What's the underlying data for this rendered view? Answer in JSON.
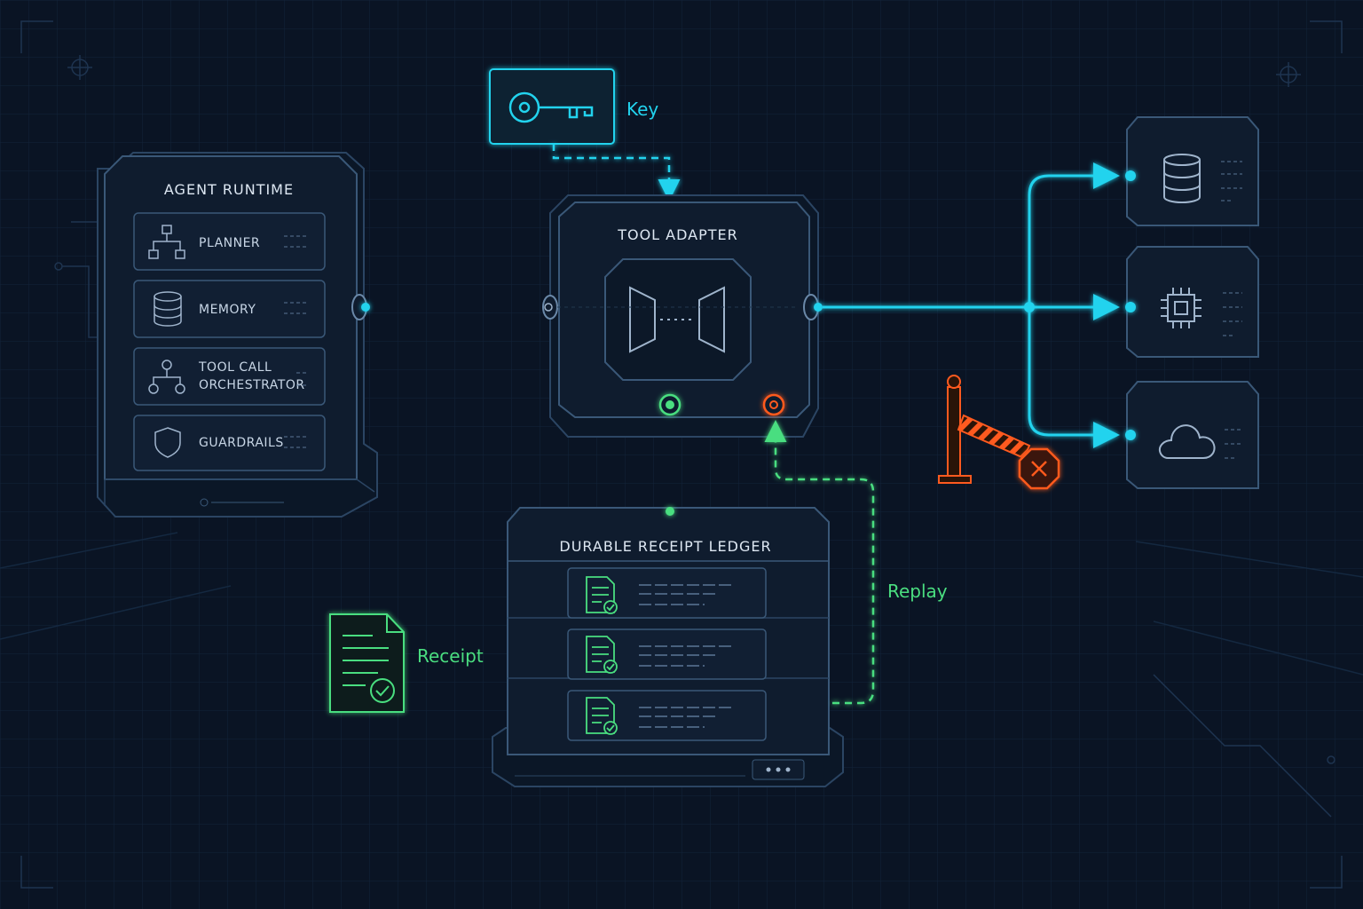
{
  "colors": {
    "background": "#0a1424",
    "panel": "#0f1c2e",
    "panel_edge": "#3a5878",
    "cyan": "#22d3ee",
    "green": "#4ade80",
    "orange": "#ff5a1f"
  },
  "agent_runtime": {
    "title": "AGENT RUNTIME",
    "modules": [
      {
        "label": "PLANNER",
        "icon": "hierarchy-icon"
      },
      {
        "label": "MEMORY",
        "icon": "database-icon"
      },
      {
        "label": "TOOL CALL",
        "label2": "ORCHESTRATOR",
        "icon": "tree-icon"
      },
      {
        "label": "GUARDRAILS",
        "icon": "shield-icon"
      }
    ]
  },
  "tool_adapter": {
    "title": "TOOL ADAPTER"
  },
  "key": {
    "label": "Key",
    "icon": "key-icon"
  },
  "ledger": {
    "title": "DURABLE RECEIPT LEDGER",
    "record_icon": "document-check-icon"
  },
  "receipt": {
    "label": "Receipt",
    "icon": "receipt-document-icon"
  },
  "replay": {
    "label": "Replay"
  },
  "tools": [
    {
      "icon": "database-icon"
    },
    {
      "icon": "chip-icon"
    },
    {
      "icon": "cloud-icon"
    }
  ],
  "blocked": {
    "icon": "barrier-icon",
    "status_icon": "x-octagon-icon"
  }
}
